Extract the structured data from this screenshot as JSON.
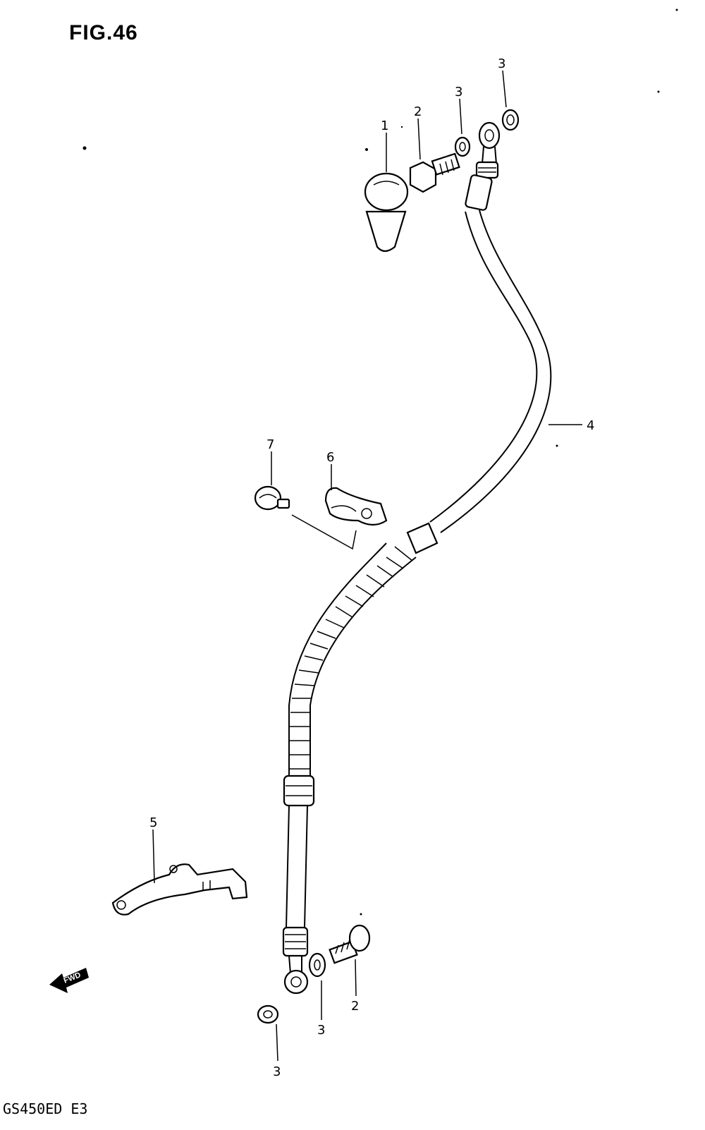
{
  "figure": {
    "title": "FIG.46",
    "model_code": "GS450ED  E3",
    "fwd_label": "FWD"
  },
  "callouts": [
    {
      "id": "c1",
      "label": "1"
    },
    {
      "id": "c2a",
      "label": "2"
    },
    {
      "id": "c3a",
      "label": "3"
    },
    {
      "id": "c3b",
      "label": "3"
    },
    {
      "id": "c4",
      "label": "4"
    },
    {
      "id": "c5",
      "label": "5"
    },
    {
      "id": "c6",
      "label": "6"
    },
    {
      "id": "c7",
      "label": "7"
    },
    {
      "id": "c2b",
      "label": "2"
    },
    {
      "id": "c3c",
      "label": "3"
    },
    {
      "id": "c3d",
      "label": "3"
    }
  ],
  "colors": {
    "ink": "#000000",
    "paper": "#ffffff"
  }
}
